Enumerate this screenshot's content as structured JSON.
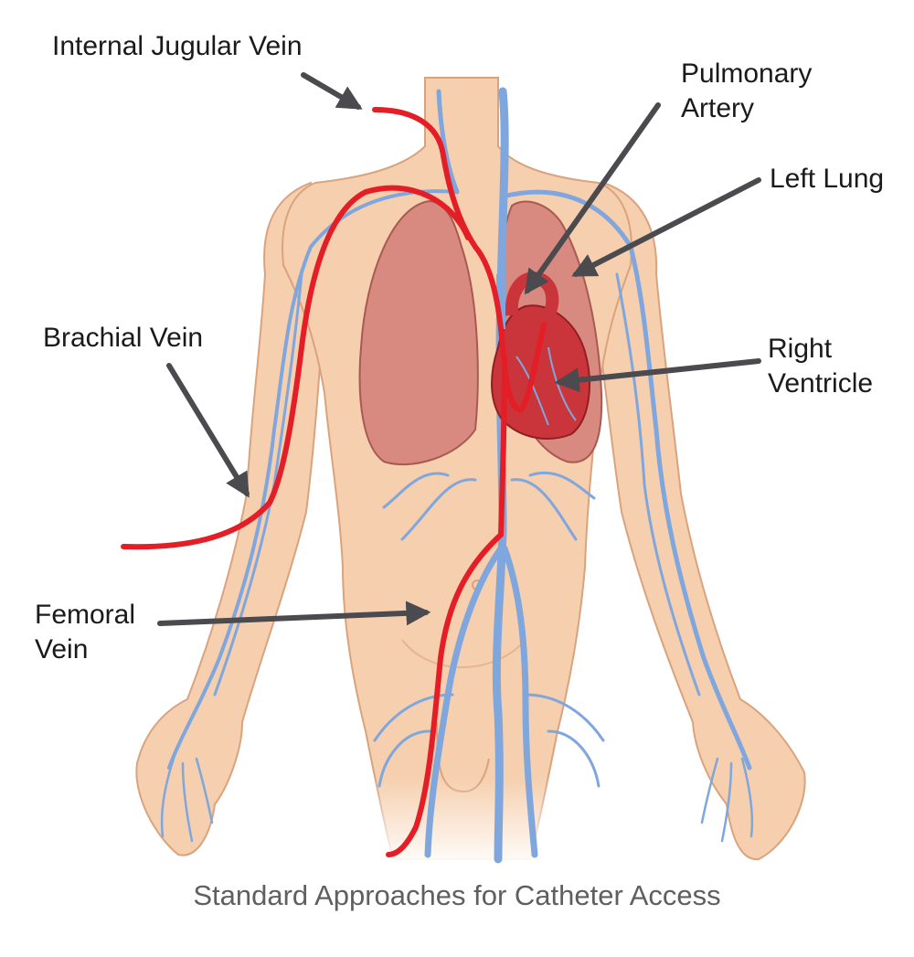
{
  "labels": {
    "internal_jugular_vein": "Internal Jugular Vein",
    "pulmonary_artery_line1": "Pulmonary",
    "pulmonary_artery_line2": "Artery",
    "left_lung": "Left Lung",
    "brachial_vein": "Brachial Vein",
    "right_ventricle_line1": "Right",
    "right_ventricle_line2": "Ventricle",
    "femoral_vein_line1": "Femoral",
    "femoral_vein_line2": "Vein"
  },
  "caption": "Standard Approaches for Catheter Access",
  "colors": {
    "skin": "#f6cfae",
    "skin_outline": "#d9a37e",
    "lung": "#d88a80",
    "lung_outline": "#a85a52",
    "heart": "#c9353a",
    "vein": "#7fa7dd",
    "catheter": "#e41e26",
    "pointer": "#4a4a4f",
    "caption": "#5f5f5f"
  }
}
